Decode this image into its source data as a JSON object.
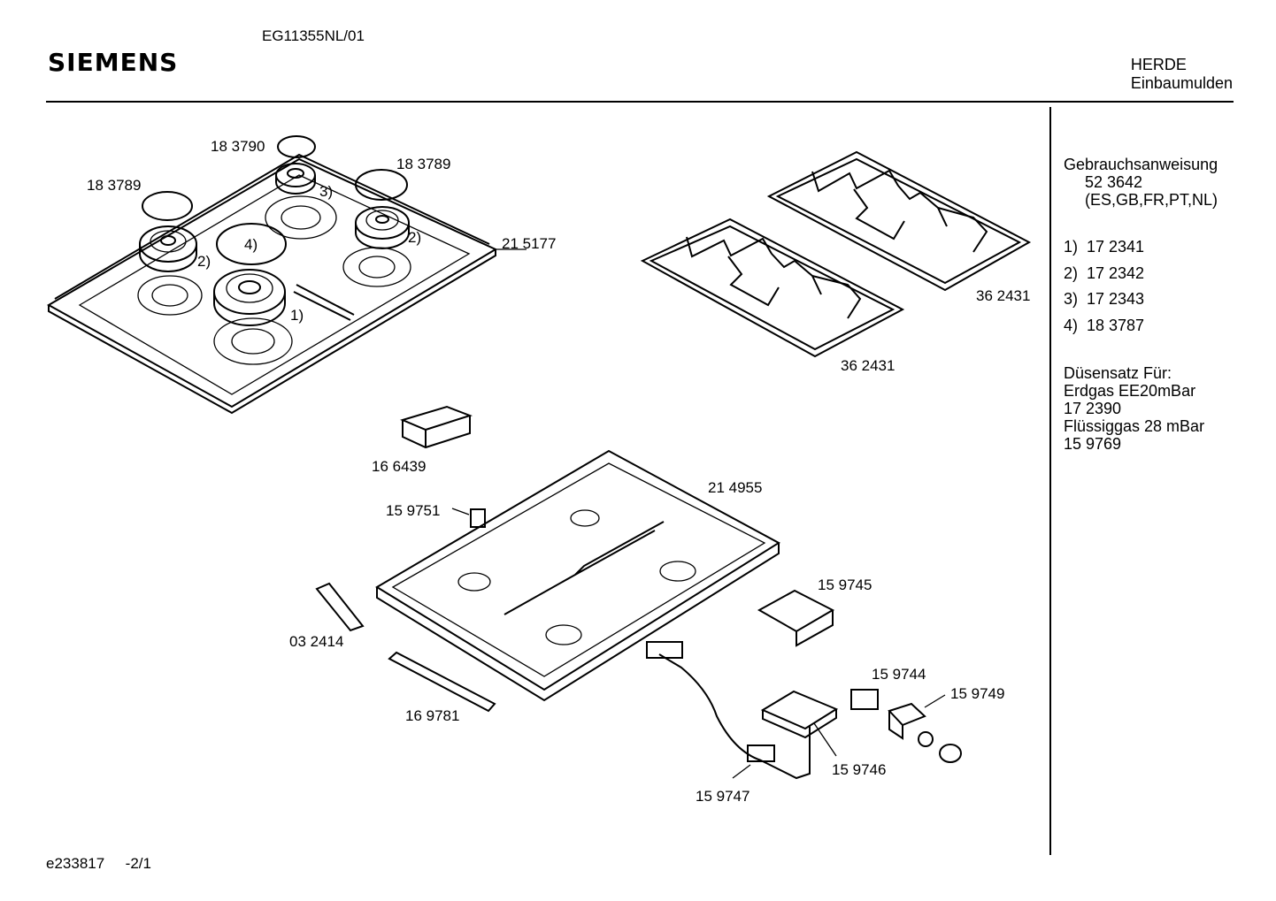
{
  "header": {
    "brand": "SIEMENS",
    "model": "EG11355NL/01",
    "category_line1": "HERDE",
    "category_line2": "Einbaumulden"
  },
  "sidebar": {
    "manual_title": "Gebrauchsanweisung",
    "manual_number": "52 3642",
    "manual_languages": "(ES,GB,FR,PT,NL)",
    "burners": [
      {
        "label": "1)  17 2341"
      },
      {
        "label": "2)  17 2342"
      },
      {
        "label": "3)  17 2343"
      },
      {
        "label": "4)  18 3787"
      }
    ],
    "nozzle_title": "Düsensatz Für:",
    "gas1_name": "Erdgas EE20mBar",
    "gas1_number": "17 2390",
    "gas2_name": "Flüssiggas 28 mBar",
    "gas2_number": "15 9769"
  },
  "parts": {
    "p183790": "18 3790",
    "p183789_left": "18 3789",
    "p183789_right": "18 3789",
    "p215177": "21 5177",
    "p362431_upper": "36 2431",
    "p362431_lower": "36 2431",
    "p166439": "16 6439",
    "p214955": "21 4955",
    "p159751": "15 9751",
    "p159745": "15 9745",
    "p032414": "03 2414",
    "p159744": "15 9744",
    "p159749": "15 9749",
    "p169781": "16 9781",
    "p159746": "15 9746",
    "p159747": "15 9747"
  },
  "callouts": {
    "c1": "1)",
    "c2a": "2)",
    "c2b": "2)",
    "c3": "3)",
    "c4": "4)"
  },
  "footer": {
    "doc_id": "e233817",
    "page": "-2/1"
  }
}
